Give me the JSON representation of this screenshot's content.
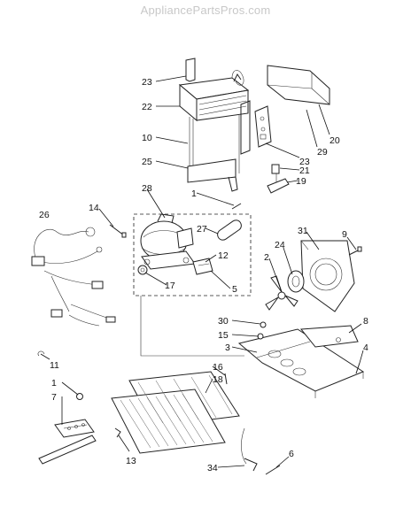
{
  "watermark": "AppliancePartsPros.com",
  "callouts": [
    {
      "id": "c23a",
      "label": "23"
    },
    {
      "id": "c22",
      "label": "22"
    },
    {
      "id": "c10",
      "label": "10"
    },
    {
      "id": "c25",
      "label": "25"
    },
    {
      "id": "c20",
      "label": "20"
    },
    {
      "id": "c29",
      "label": "29"
    },
    {
      "id": "c23b",
      "label": "23"
    },
    {
      "id": "c21",
      "label": "21"
    },
    {
      "id": "c19",
      "label": "19"
    },
    {
      "id": "c28",
      "label": "28"
    },
    {
      "id": "c1a",
      "label": "1"
    },
    {
      "id": "c26",
      "label": "26"
    },
    {
      "id": "c14",
      "label": "14"
    },
    {
      "id": "c27",
      "label": "27"
    },
    {
      "id": "c12",
      "label": "12"
    },
    {
      "id": "c17",
      "label": "17"
    },
    {
      "id": "c5",
      "label": "5"
    },
    {
      "id": "c31",
      "label": "31"
    },
    {
      "id": "c9",
      "label": "9"
    },
    {
      "id": "c24",
      "label": "24"
    },
    {
      "id": "c2",
      "label": "2"
    },
    {
      "id": "c30",
      "label": "30"
    },
    {
      "id": "c15",
      "label": "15"
    },
    {
      "id": "c3",
      "label": "3"
    },
    {
      "id": "c8",
      "label": "8"
    },
    {
      "id": "c4",
      "label": "4"
    },
    {
      "id": "c11",
      "label": "11"
    },
    {
      "id": "c16",
      "label": "16"
    },
    {
      "id": "c18",
      "label": "18"
    },
    {
      "id": "c1b",
      "label": "1"
    },
    {
      "id": "c7",
      "label": "7"
    },
    {
      "id": "c13",
      "label": "13"
    },
    {
      "id": "c6",
      "label": "6"
    },
    {
      "id": "c34",
      "label": "34"
    }
  ]
}
